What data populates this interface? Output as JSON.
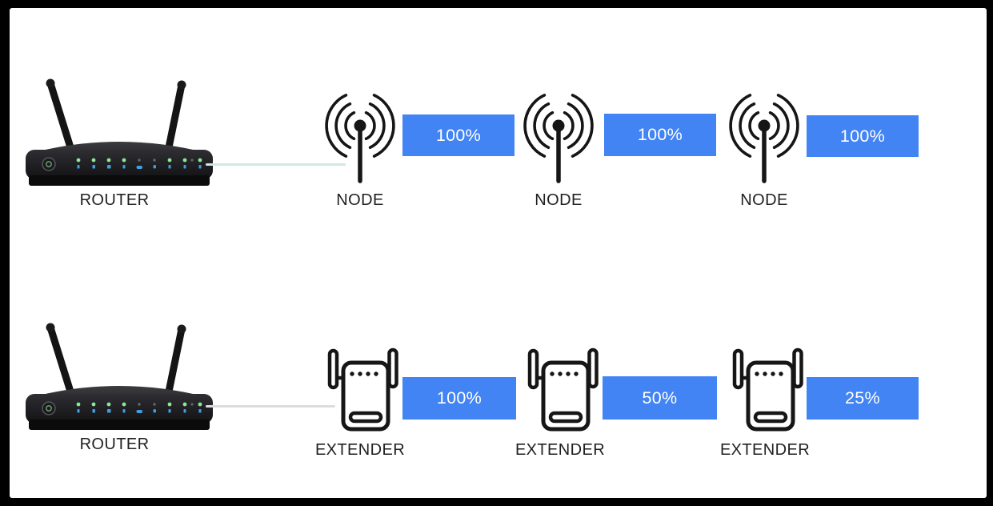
{
  "colors": {
    "frame": "#000000",
    "canvas": "#ffffff",
    "bar": "#4284f4",
    "bar_text": "#ffffff",
    "label": "#212121",
    "icon": "#161616",
    "connector_top": "#d2e7e2",
    "connector_bottom": "#d9dedd"
  },
  "rows": [
    {
      "name": "mesh-node-row",
      "router_label": "ROUTER",
      "devices": [
        {
          "type": "node",
          "label": "NODE",
          "signal": "100%"
        },
        {
          "type": "node",
          "label": "NODE",
          "signal": "100%"
        },
        {
          "type": "node",
          "label": "NODE",
          "signal": "100%"
        }
      ]
    },
    {
      "name": "extender-row",
      "router_label": "ROUTER",
      "devices": [
        {
          "type": "extender",
          "label": "EXTENDER",
          "signal": "100%"
        },
        {
          "type": "extender",
          "label": "EXTENDER",
          "signal": "50%"
        },
        {
          "type": "extender",
          "label": "EXTENDER",
          "signal": "25%"
        }
      ]
    }
  ]
}
